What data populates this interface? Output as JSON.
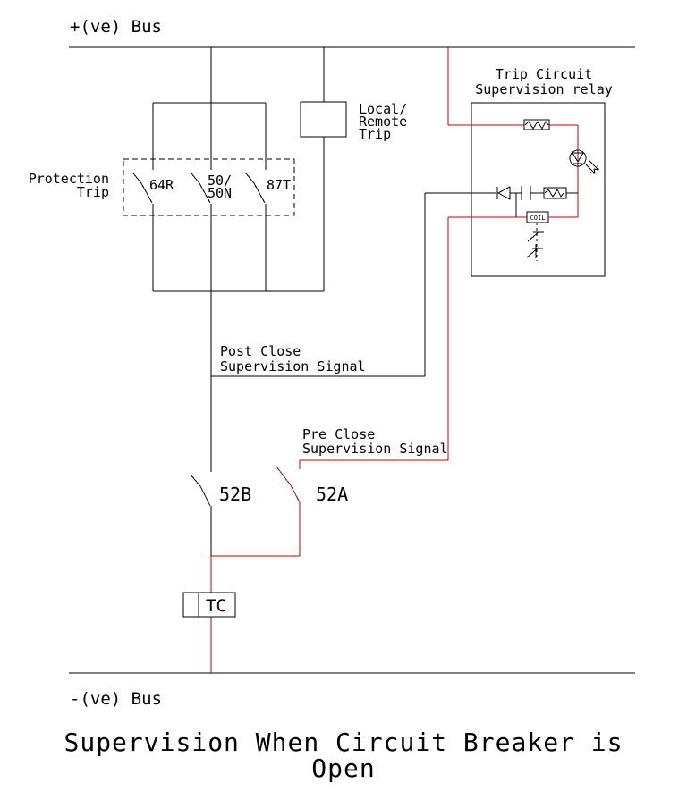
{
  "labels": {
    "positive_bus": "+(ve) Bus",
    "negative_bus": "-(ve) Bus",
    "protection_trip": {
      "line1": "Protection",
      "line2": "Trip"
    },
    "protection_switches": {
      "sw1": "64R",
      "sw2_line1": "50/",
      "sw2_line2": "50N",
      "sw3": "87T"
    },
    "local_remote_trip": {
      "line1": "Local/",
      "line2": "Remote",
      "line3": "Trip"
    },
    "relay_title": {
      "line1": "Trip Circuit",
      "line2": "Supervision relay"
    },
    "relay_coil": "COIL",
    "post_close": {
      "line1": "Post Close",
      "line2": "Supervision Signal"
    },
    "pre_close": {
      "line1": "Pre Close",
      "line2": "Supervision Signal"
    },
    "breaker_aux_b": "52B",
    "breaker_aux_a": "52A",
    "trip_coil": "TC",
    "title": {
      "line1": "Supervision When Circuit Breaker is",
      "line2": "Open"
    }
  },
  "colors": {
    "wire": "#000000",
    "energized_path": "#cc0000",
    "background": "#ffffff"
  }
}
